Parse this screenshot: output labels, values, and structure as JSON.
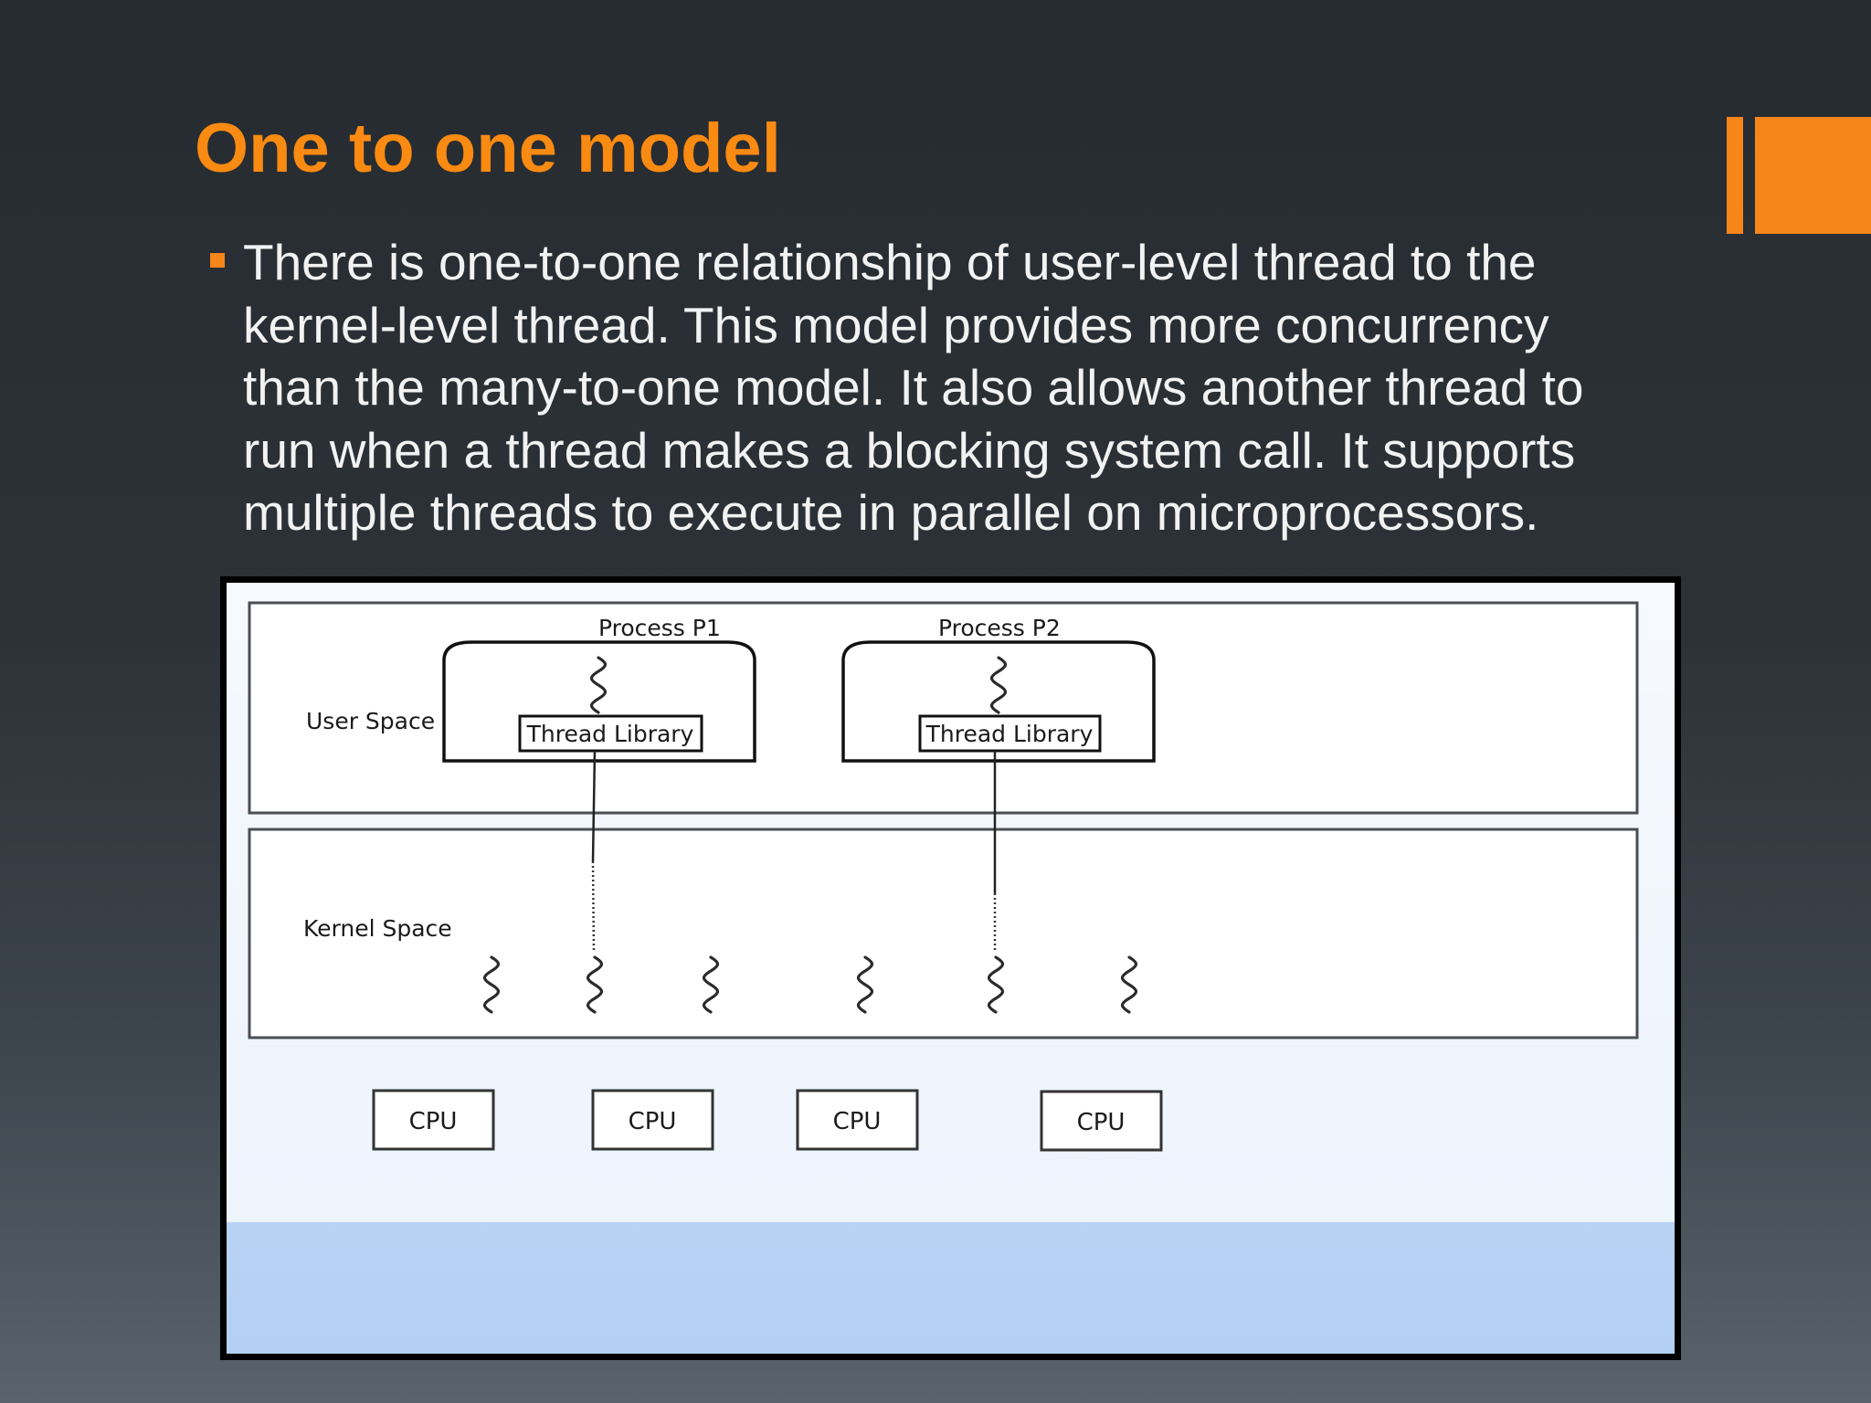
{
  "slide": {
    "title": "One to one model",
    "bullet_lines": [
      "There is one-to-one relationship of user-level thread to the",
      "kernel-level thread. This model provides more concurrency",
      "than the many-to-one model. It also allows another thread to",
      "run when a thread makes a blocking system call. It supports",
      "multiple threads to execute in parallel on microprocessors."
    ],
    "accent_color": "#f7861a",
    "title_color": "#f98a12",
    "background_color": "#2a3035"
  },
  "diagram": {
    "user_space_label": "User Space",
    "kernel_space_label": "Kernel Space",
    "process_1_label": "Process P1",
    "process_2_label": "Process P2",
    "thread_library_1_label": "Thread Library",
    "thread_library_2_label": "Thread Library",
    "cpu_labels": [
      "CPU",
      "CPU",
      "CPU",
      "CPU"
    ],
    "kernel_thread_count": 6,
    "hardware_band_color": "#c3d9f7"
  }
}
